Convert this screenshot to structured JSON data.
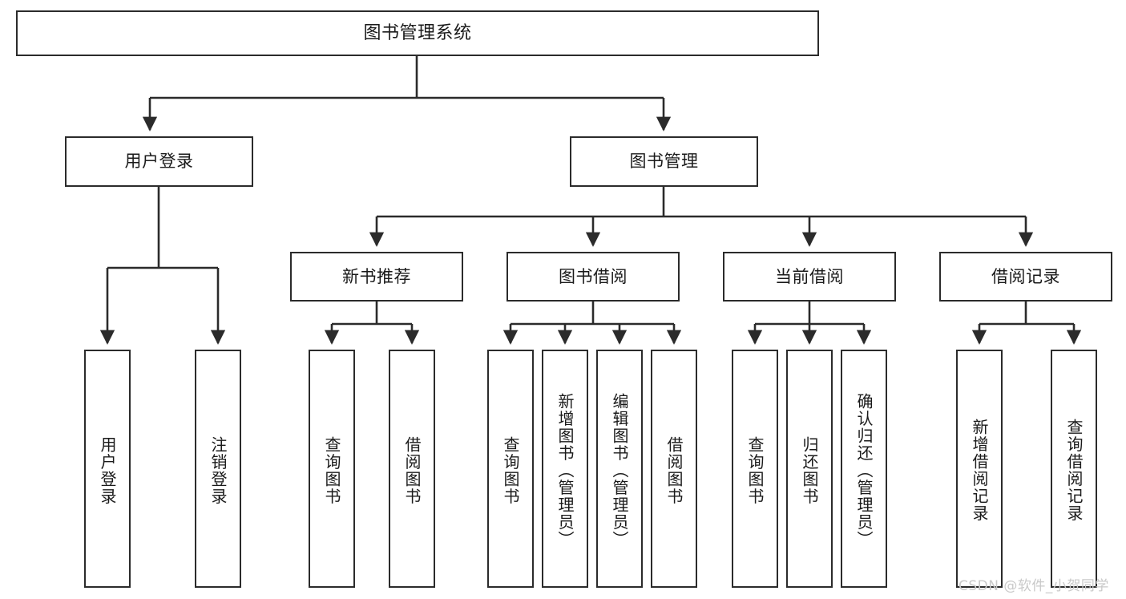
{
  "diagram": {
    "title": "图书管理系统",
    "type": "tree-hierarchy-chart",
    "watermark": "CSDN @软件_小贺同学",
    "colors": {
      "stroke": "#2b2b2b",
      "fill": "#ffffff",
      "text": "#1a1a1a",
      "watermark": "#c9c9c9"
    },
    "nodes": {
      "root": {
        "label": "图书管理系统"
      },
      "level1": [
        {
          "label": "用户登录"
        },
        {
          "label": "图书管理"
        }
      ],
      "level2": [
        {
          "label": "新书推荐"
        },
        {
          "label": "图书借阅"
        },
        {
          "label": "当前借阅"
        },
        {
          "label": "借阅记录"
        }
      ],
      "leaves_user_login": [
        {
          "label": "用户登录"
        },
        {
          "label": "注销登录"
        }
      ],
      "leaves_new_book": [
        {
          "label": "查询图书"
        },
        {
          "label": "借阅图书"
        }
      ],
      "leaves_borrow": [
        {
          "label": "查询图书"
        },
        {
          "label": "新增图书（管理员）"
        },
        {
          "label": "编辑图书（管理员）"
        },
        {
          "label": "借阅图书"
        }
      ],
      "leaves_current": [
        {
          "label": "查询图书"
        },
        {
          "label": "归还图书"
        },
        {
          "label": "确认归还（管理员）"
        }
      ],
      "leaves_record": [
        {
          "label": "新增借阅记录"
        },
        {
          "label": "查询借阅记录"
        }
      ]
    }
  }
}
